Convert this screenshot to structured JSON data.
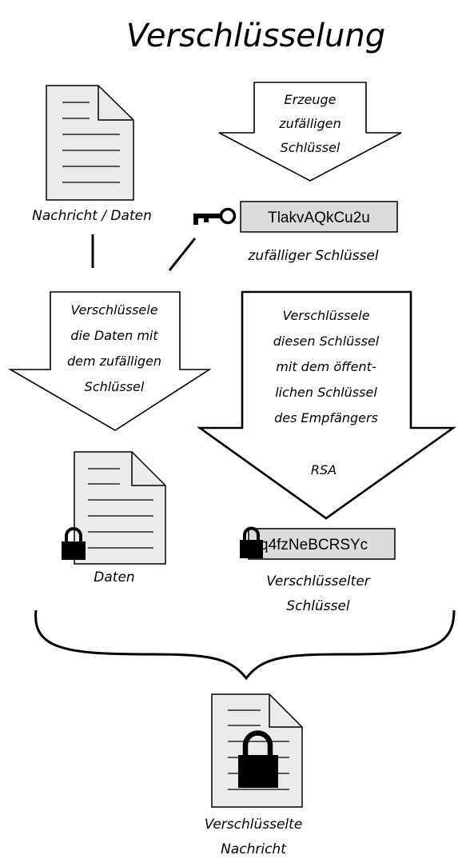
{
  "title": "Verschlüsselung",
  "message_label": "Nachricht / Daten",
  "arrow_generate": {
    "lines": [
      "Erzeuge",
      "zufälligen",
      "Schlüssel"
    ]
  },
  "random_key": {
    "value": "TlakvAQkCu2u",
    "label": "zufälliger Schlüssel"
  },
  "arrow_encrypt_data": {
    "lines": [
      "Verschlüssele",
      "die Daten mit",
      "dem zufälligen",
      "Schlüssel"
    ]
  },
  "arrow_encrypt_key": {
    "lines": [
      "Verschlüssele",
      "diesen Schlüssel",
      "mit dem öffent-",
      "lichen Schlüssel",
      "des Empfängers"
    ],
    "method": "RSA"
  },
  "encrypted_data_label": "Daten",
  "encrypted_key": {
    "value": "q4fzNeBCRSYc",
    "lines": [
      "Verschlüsselter",
      "Schlüssel"
    ]
  },
  "result": {
    "lines": [
      "Verschlüsselte",
      "Nachricht"
    ]
  }
}
